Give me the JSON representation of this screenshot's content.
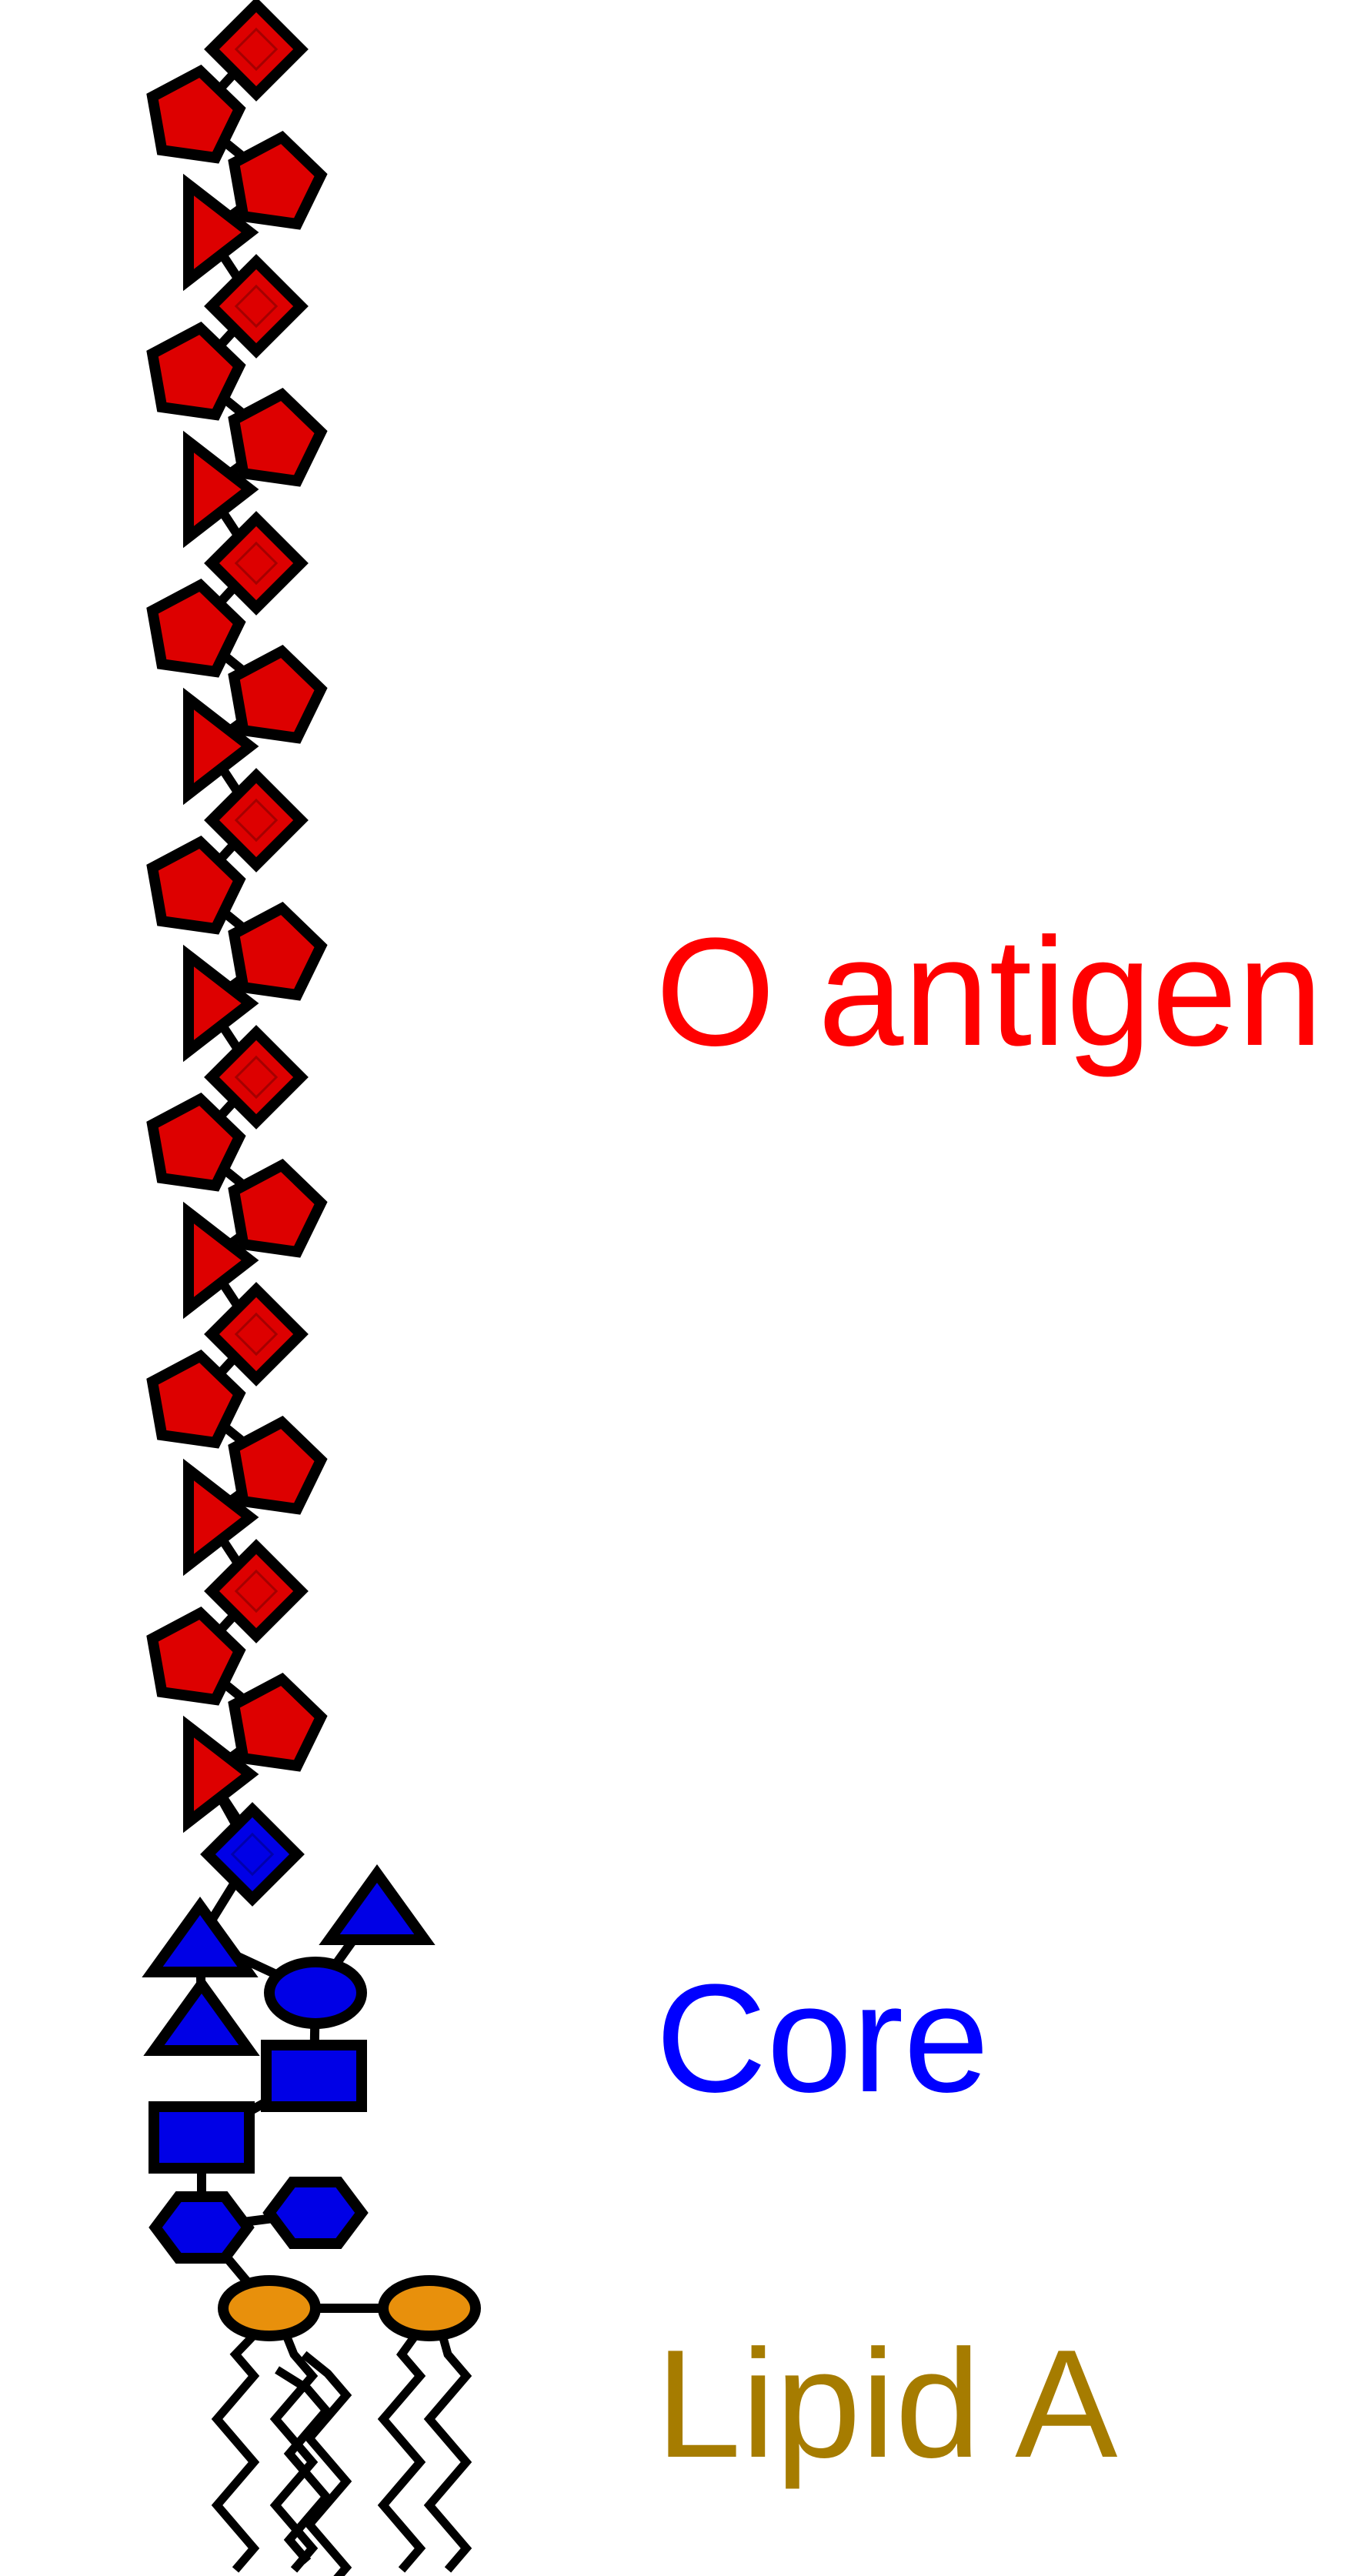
{
  "labels": {
    "o_antigen": "O antigen",
    "core": "Core",
    "lipid_a": "Lipid A"
  },
  "colors": {
    "o_antigen": "#ff0000",
    "core": "#0000ff",
    "lipid_a": "#a67c00",
    "o_antigen_fill": "#dd0000",
    "core_fill": "#0000e6",
    "lipid_fill": "#e8900c",
    "outline": "#000000"
  },
  "o_antigen": {
    "repeat_units": 7,
    "unit_sugars": [
      "diamond",
      "pentagon",
      "pentagon",
      "triangle"
    ],
    "terminal_unit_sugars": [
      "diamond",
      "pentagon"
    ]
  },
  "core": {
    "residues": [
      "diamond",
      "triangle",
      "triangle",
      "triangle",
      "ellipse",
      "rectangle",
      "rectangle",
      "hexagon",
      "hexagon"
    ]
  },
  "lipid_a": {
    "head_residues": [
      "ellipse",
      "ellipse"
    ],
    "acyl_chain_count": 6
  }
}
